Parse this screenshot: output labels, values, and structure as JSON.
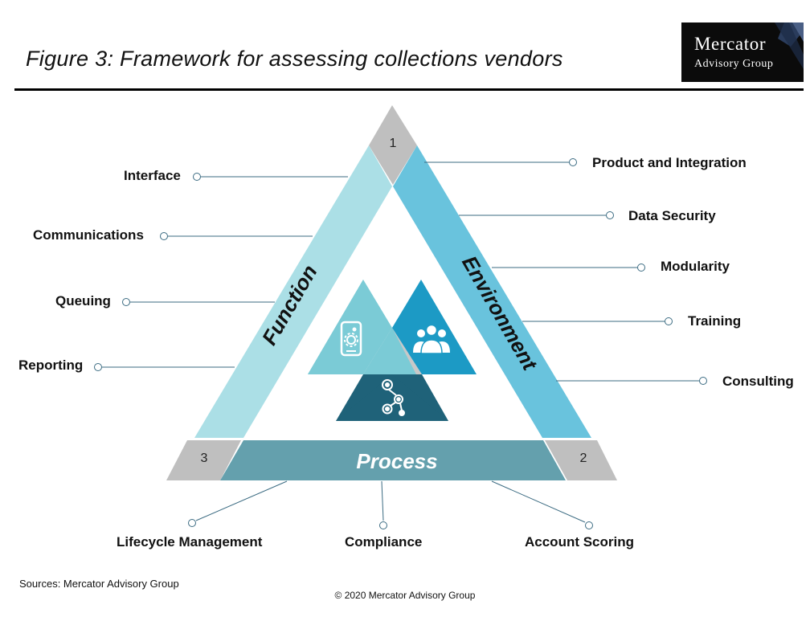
{
  "title": "Figure 3: Framework for assessing collections vendors",
  "logo": {
    "line1": "Mercator",
    "line2": "Advisory Group"
  },
  "corners": {
    "top": "1",
    "right": "2",
    "left": "3"
  },
  "sides": {
    "left": "Function",
    "right": "Environment",
    "bottom": "Process"
  },
  "left_items": [
    "Interface",
    "Communications",
    "Queuing",
    "Reporting"
  ],
  "right_items": [
    "Product and Integration",
    "Data Security",
    "Modularity",
    "Training",
    "Consulting"
  ],
  "bottom_items": [
    "Lifecycle Management",
    "Compliance",
    "Account Scoring"
  ],
  "icons": [
    "mobile-gear-icon",
    "people-group-icon",
    "gears-network-icon"
  ],
  "colors": {
    "function_band": "#abdfe6",
    "environment_band": "#69c3dd",
    "process_band": "#64a0ad",
    "corner_gray": "#bfbfbf",
    "inner_teal": "#7bcbd6",
    "inner_blue": "#1c9ac5",
    "inner_dark": "#1f6279",
    "inner_center": "#c8c8c8",
    "connector": "#3b6b82"
  },
  "footer": {
    "sources": "Sources: Mercator Advisory Group",
    "copyright": "© 2020 Mercator Advisory Group"
  }
}
